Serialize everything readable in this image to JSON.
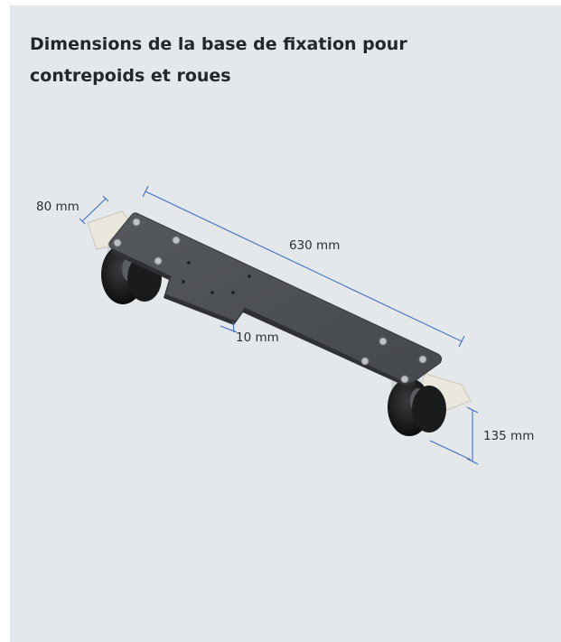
{
  "card": {
    "title_line1": "Dimensions de la base de fixation pour",
    "title_line2": "contrepoids et roues"
  },
  "dimensions": {
    "width": "80 mm",
    "length": "630 mm",
    "offset": "10 mm",
    "height": "135 mm"
  },
  "colors": {
    "card_background": "#e4e8eb",
    "plate": "#4b4e52",
    "dimension_line": "#3d6fc4",
    "text": "#23272b"
  }
}
